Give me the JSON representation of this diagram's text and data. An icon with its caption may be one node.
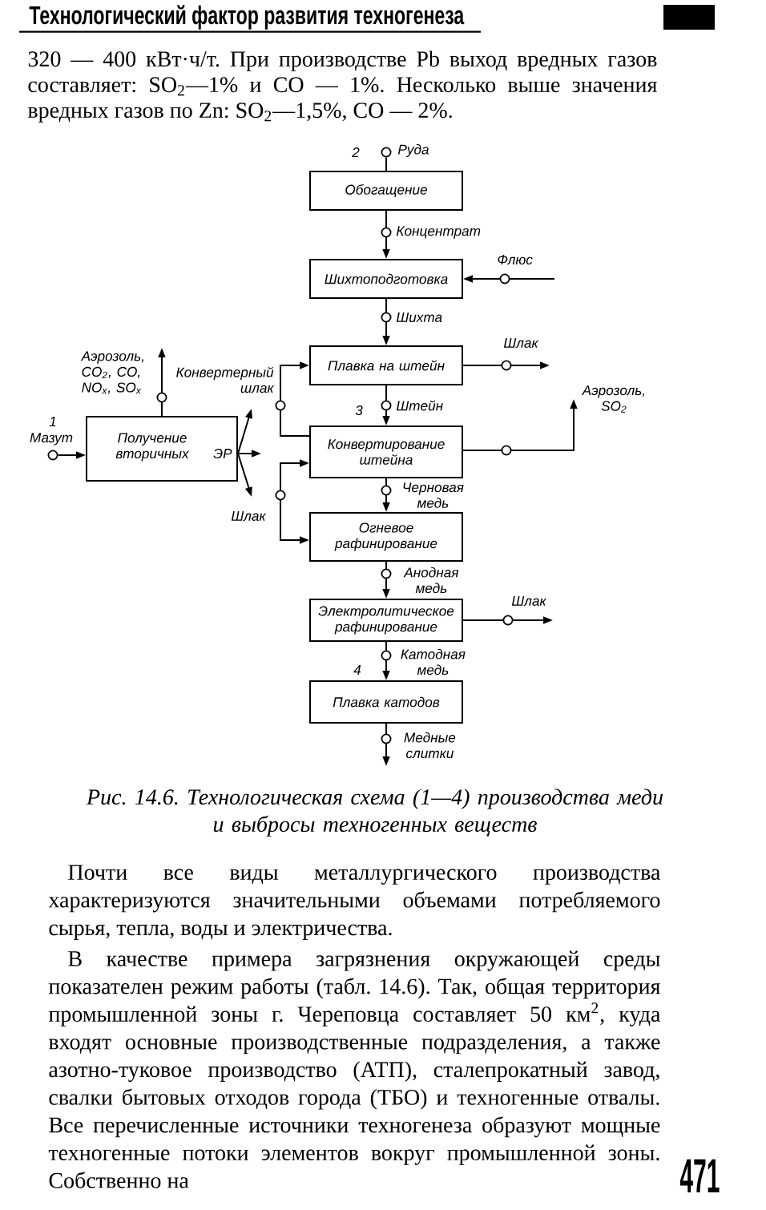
{
  "diagram": {
    "caption": "Рис. 14.6. Технологическая схема (1—4) производства меди и выбросы техногенных веществ",
    "nodes": [
      {
        "text": [],
        "shape": "circle",
        "beside": [
          "Руда"
        ]
      },
      {
        "text": [
          "Обогащение"
        ]
      },
      {
        "text": [
          "Шихтоподготовка"
        ]
      },
      {
        "text": [
          "Плавка на штейн"
        ]
      },
      {
        "text": [
          "Аэрозоль, CO$_{2}$, CO, NO$_{x}$, SO$_{x}$"
        ]
      },
      {
        "text": [
          "Аэрозоль, SO$_{2}$"
        ]
      },
      {
        "text": [],
        "shape": "circle",
        "beside": [
          "Мазут"
        ]
      },
      {
        "text": [
          "Получение вторичных",
          "ЭР"
        ]
      },
      {
        "text": [
          "Конвертирование штейна"
        ]
      },
      {
        "text": [
          "Огневое рафинирование"
        ]
      },
      {
        "text": [
          "Электролитическое рафинирование"
        ]
      },
      {
        "text": [
          "Плавка катодов"
        ]
      }
    ],
    "edges": [
      {
        "from": 0,
        "to": 1,
        "arrow": "none"
      },
      {
        "from": 1,
        "to": 2,
        "arrow": "to",
        "label": "Концентрат"
      },
      {
        "from": null,
        "to": 2,
        "arrow": "to",
        "label": "Флюс"
      },
      {
        "from": 2,
        "to": 3,
        "arrow": "to",
        "label": "Шихта"
      },
      {
        "from": 3,
        "to": null,
        "arrow": "to",
        "label": "Шлак"
      },
      {
        "from": 8,
        "to": 3,
        "arrow": "to",
        "label": "Конвертерный шлак"
      },
      {
        "from": 7,
        "to": 4,
        "arrow": "to"
      },
      {
        "from": 6,
        "to": 7,
        "arrow": "to"
      },
      {
        "from": 7,
        "to": null,
        "arrow": "to"
      },
      {
        "from": 7,
        "to": null,
        "arrow": "to"
      },
      {
        "from": 7,
        "to": null,
        "arrow": "to"
      },
      {
        "from": 3,
        "to": 8,
        "arrow": "to",
        "label": "Штейн"
      },
      {
        "from": 8,
        "to": 5,
        "arrow": "to"
      },
      {
        "from": 9,
        "to": 8,
        "arrow": "both",
        "label": "Шлак"
      },
      {
        "from": 8,
        "to": 9,
        "arrow": "to",
        "label": "Черновая медь"
      },
      {
        "from": 9,
        "to": 10,
        "arrow": "to",
        "label": "Анодная медь"
      },
      {
        "from": 10,
        "to": null,
        "arrow": "to",
        "label": "Шлак"
      },
      {
        "from": 10,
        "to": 11,
        "arrow": "to",
        "label": "Катодная медь"
      },
      {
        "from": 11,
        "to": null,
        "arrow": "to",
        "label": "Медные слитки"
      }
    ],
    "labels": [
      "Технологический фактор развития техногенеза",
      "320 — 400 кВт·ч/т. При производстве Pb выход вредных газов составляет: SO$_{2}$—1% и CO — 1%. Несколько выше значения вредных газов по Zn: SO$_{2}$—1,5%, CO — 2%.",
      "2",
      "3",
      "1",
      "4",
      "Почти все виды металлургического производства характеризуются значительными объемами потребляемого сырья, тепла, воды и электричества.",
      "В качестве примера загрязнения окружающей среды показателен режим работы (табл. 14.6). Так, общая территория промышленной зоны г. Череповца составляет 50 км$^{2}$, куда входят основные производственные подразделения, а также азотно-туковое производство (АТП), сталепрокатный завод, свалки бытовых отходов города (ТБО) и техногенные отвалы. Все перечисленные источники техногенеза образуют мощные техногенные потоки элементов вокруг промышленной зоны. Собственно на",
      "471"
    ]
  }
}
